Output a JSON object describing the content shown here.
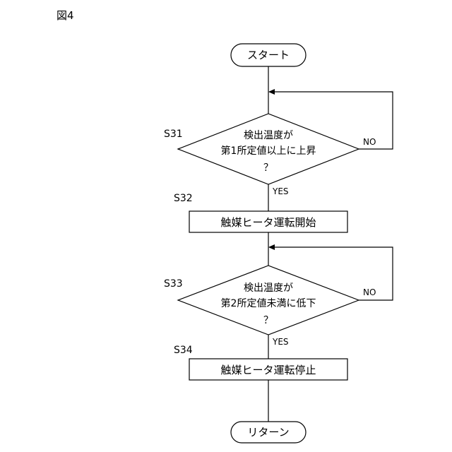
{
  "figure_label": "図4",
  "start": {
    "label": "スタート"
  },
  "end": {
    "label": "リターン"
  },
  "steps": [
    {
      "id": "S31",
      "kind": "decision",
      "lines": [
        "検出温度が",
        "第1所定値以上に上昇",
        "？"
      ],
      "yes_label": "YES",
      "no_label": "NO"
    },
    {
      "id": "S32",
      "kind": "process",
      "label": "触媒ヒータ運転開始"
    },
    {
      "id": "S33",
      "kind": "decision",
      "lines": [
        "検出温度が",
        "第2所定値未満に低下",
        "？"
      ],
      "yes_label": "YES",
      "no_label": "NO"
    },
    {
      "id": "S34",
      "kind": "process",
      "label": "触媒ヒータ運転停止"
    }
  ]
}
